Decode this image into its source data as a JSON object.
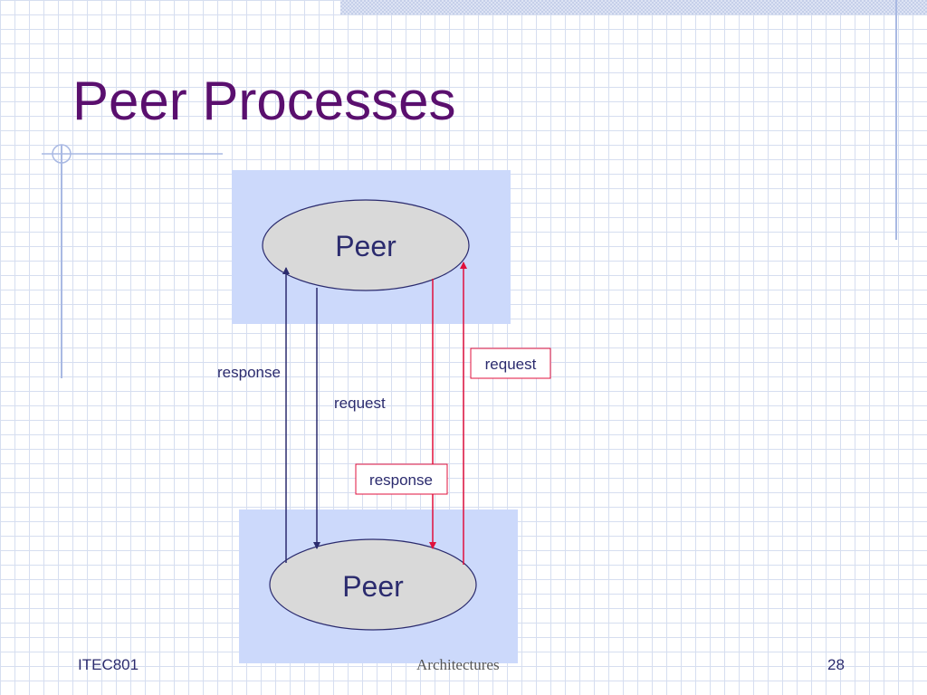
{
  "slide": {
    "title": "Peer Processes"
  },
  "diagram": {
    "top_peer_label": "Peer",
    "bottom_peer_label": "Peer",
    "labels": {
      "left_response": "response",
      "left_request": "request",
      "right_request": "request",
      "right_response": "response"
    }
  },
  "footer": {
    "left": "ITEC801",
    "center": "Architectures",
    "page_number": "28"
  },
  "colors": {
    "title": "#5a0f6e",
    "box_fill": "#ccd9fb",
    "ellipse_fill": "#d9d9d9",
    "arrow_blue": "#2b2b6e",
    "arrow_red": "#e0113c"
  }
}
